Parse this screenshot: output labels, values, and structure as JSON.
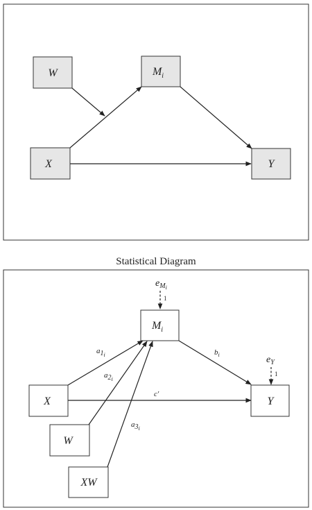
{
  "conceptual": {
    "nodes": {
      "W": "W",
      "M": "M",
      "M_sub": "i",
      "X": "X",
      "Y": "Y"
    }
  },
  "statistical": {
    "title": "Statistical Diagram",
    "nodes": {
      "M": "M",
      "M_sub": "i",
      "X": "X",
      "W": "W",
      "XW": "XW",
      "Y": "Y"
    },
    "paths": {
      "a1": "a",
      "a1_sub": "1",
      "a1_subsub": "i",
      "a2": "a",
      "a2_sub": "2",
      "a2_subsub": "i",
      "a3": "a",
      "a3_sub": "3",
      "a3_subsub": "i",
      "b": "b",
      "b_sub": "i",
      "c": "c′"
    },
    "errors": {
      "eM": "e",
      "eM_sub": "M",
      "eM_subsub": "i",
      "eM_weight": "1",
      "eY": "e",
      "eY_sub": "Y",
      "eY_weight": "1"
    }
  }
}
